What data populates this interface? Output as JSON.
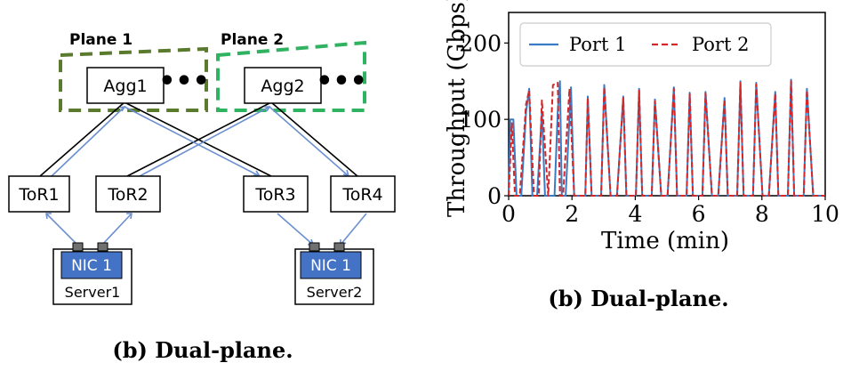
{
  "diagram": {
    "planes": [
      {
        "label": "Plane 1",
        "color": "#5a7a2e"
      },
      {
        "label": "Plane 2",
        "color": "#2fb360"
      }
    ],
    "agg": [
      "Agg1",
      "Agg2"
    ],
    "ellipsis": "•••",
    "tors": [
      "ToR1",
      "ToR2",
      "ToR3",
      "ToR4"
    ],
    "nic_label": "NIC 1",
    "nic_color": "#4472c4",
    "servers": [
      "Server1",
      "Server2"
    ],
    "path_color": "#6b8fd0",
    "caption": "(b) Dual-plane."
  },
  "chart_caption": "(b) Dual-plane.",
  "chart_data": {
    "type": "line",
    "xlabel": "Time (min)",
    "ylabel": "Throughput (Gbps)",
    "xlim": [
      0,
      10
    ],
    "ylim": [
      0,
      240
    ],
    "xticks": [
      0,
      2,
      4,
      6,
      8,
      10
    ],
    "yticks": [
      0,
      100,
      200
    ],
    "legend_position": "top",
    "series": [
      {
        "name": "Port 1",
        "color": "#3a7cc4",
        "style": "solid",
        "x": [
          0.0,
          0.05,
          0.15,
          0.25,
          0.4,
          0.55,
          0.65,
          0.75,
          0.9,
          1.05,
          1.15,
          1.3,
          1.45,
          1.55,
          1.62,
          1.68,
          1.8,
          1.97,
          2.07,
          2.22,
          2.42,
          2.5,
          2.62,
          2.82,
          2.92,
          3.02,
          3.22,
          3.32,
          3.42,
          3.62,
          3.72,
          3.82,
          4.02,
          4.12,
          4.22,
          4.42,
          4.52,
          4.62,
          4.82,
          4.92,
          5.02,
          5.22,
          5.32,
          5.42,
          5.62,
          5.72,
          5.82,
          6.02,
          6.12,
          6.22,
          6.42,
          6.52,
          6.62,
          6.82,
          6.92,
          7.02,
          7.22,
          7.32,
          7.42,
          7.62,
          7.72,
          7.82,
          8.02,
          8.12,
          8.22,
          8.42,
          8.52,
          8.62,
          8.82,
          8.92,
          9.02,
          9.22,
          9.32,
          9.42,
          9.62,
          9.72,
          9.82,
          10.0
        ],
        "values": [
          0,
          100,
          100,
          0,
          0,
          110,
          140,
          0,
          0,
          110,
          0,
          0,
          0,
          110,
          150,
          0,
          0,
          142,
          0,
          0,
          0,
          130,
          0,
          0,
          0,
          145,
          0,
          0,
          0,
          130,
          0,
          0,
          0,
          140,
          0,
          0,
          0,
          126,
          0,
          0,
          0,
          142,
          0,
          0,
          0,
          135,
          0,
          0,
          0,
          136,
          0,
          0,
          0,
          128,
          0,
          0,
          0,
          150,
          0,
          0,
          0,
          148,
          0,
          0,
          0,
          136,
          0,
          0,
          0,
          152,
          0,
          0,
          0,
          140,
          0,
          0,
          0,
          0
        ]
      },
      {
        "name": "Port 2",
        "color": "#d62728",
        "style": "dashed",
        "x": [
          0.0,
          0.1,
          0.2,
          0.35,
          0.55,
          0.65,
          0.8,
          0.95,
          1.05,
          1.25,
          1.4,
          1.55,
          1.62,
          1.72,
          1.92,
          2.07,
          2.22,
          2.42,
          2.5,
          2.62,
          2.82,
          2.92,
          3.02,
          3.22,
          3.32,
          3.42,
          3.62,
          3.72,
          3.82,
          4.02,
          4.12,
          4.22,
          4.42,
          4.52,
          4.62,
          4.82,
          4.92,
          5.02,
          5.22,
          5.32,
          5.42,
          5.62,
          5.72,
          5.82,
          6.02,
          6.12,
          6.22,
          6.42,
          6.52,
          6.62,
          6.82,
          6.92,
          7.02,
          7.22,
          7.32,
          7.42,
          7.62,
          7.72,
          7.82,
          8.02,
          8.12,
          8.22,
          8.42,
          8.52,
          8.62,
          8.82,
          8.92,
          9.02,
          9.22,
          9.32,
          9.42,
          9.62,
          9.72,
          9.82,
          10.0
        ],
        "values": [
          0,
          95,
          0,
          0,
          120,
          138,
          0,
          0,
          125,
          0,
          145,
          148,
          0,
          0,
          140,
          0,
          0,
          0,
          128,
          0,
          0,
          0,
          142,
          0,
          0,
          0,
          128,
          0,
          0,
          0,
          138,
          0,
          0,
          0,
          124,
          0,
          0,
          0,
          140,
          0,
          0,
          0,
          133,
          0,
          0,
          0,
          134,
          0,
          0,
          0,
          126,
          0,
          0,
          0,
          148,
          0,
          0,
          0,
          146,
          0,
          0,
          0,
          134,
          0,
          0,
          0,
          150,
          0,
          0,
          0,
          138,
          0,
          0,
          0,
          0
        ]
      }
    ]
  }
}
